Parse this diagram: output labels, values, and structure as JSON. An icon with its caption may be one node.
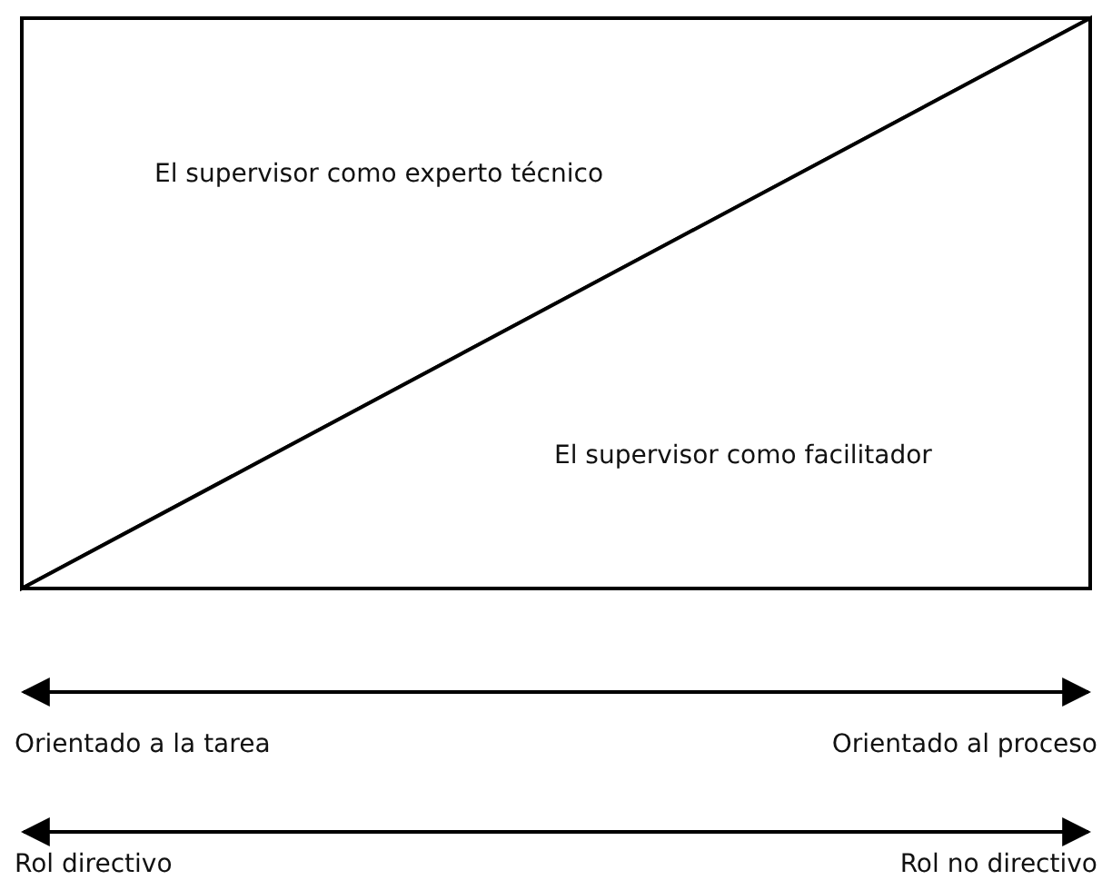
{
  "diagram": {
    "nodes": [
      {
        "text": [
          "El supervisor como experto técnico"
        ]
      },
      {
        "text": [
          "El supervisor como facilitador"
        ]
      }
    ],
    "labels": [
      "Orientado a la tarea",
      "Orientado al proceso",
      "Rol directivo",
      "Rol no directivo"
    ]
  }
}
